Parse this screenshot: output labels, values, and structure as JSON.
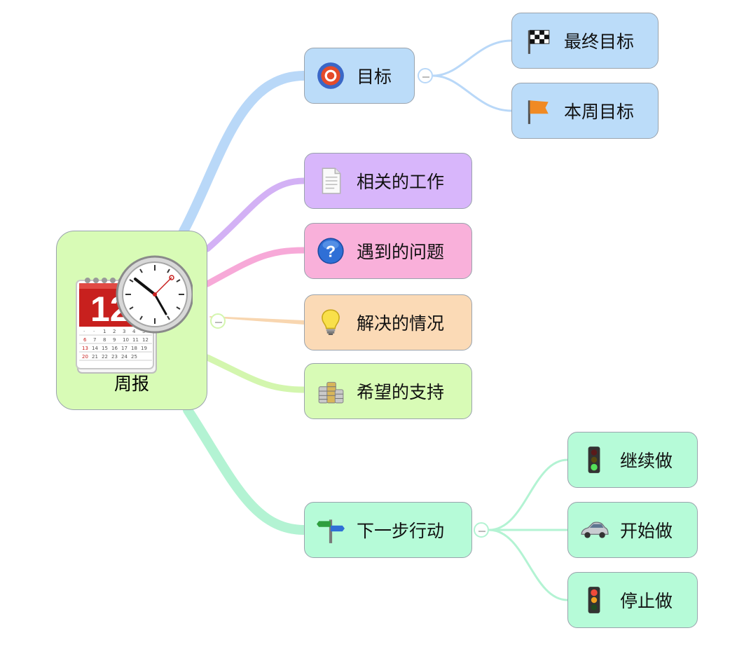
{
  "root": {
    "label": "周报",
    "icon": "calendar-clock-icon",
    "day": "12"
  },
  "branches": [
    {
      "id": "goal",
      "label": "目标",
      "icon": "target-icon",
      "color": "#b9d8f8",
      "fill": "#bbdcf9",
      "children": [
        {
          "label": "最终目标",
          "icon": "checkered-flag-icon"
        },
        {
          "label": "本周目标",
          "icon": "orange-flag-icon"
        }
      ]
    },
    {
      "id": "related-work",
      "label": "相关的工作",
      "icon": "document-icon",
      "color": "#d3b1f5",
      "fill": "#d8b6fb"
    },
    {
      "id": "problems",
      "label": "遇到的问题",
      "icon": "question-icon",
      "color": "#f7a9d8",
      "fill": "#f9b0da"
    },
    {
      "id": "resolution",
      "label": "解决的情况",
      "icon": "lightbulb-icon",
      "color": "#f8d6b0",
      "fill": "#fbdab6"
    },
    {
      "id": "support",
      "label": "希望的支持",
      "icon": "coins-icon",
      "color": "#d3f6ae",
      "fill": "#d8fbb6"
    },
    {
      "id": "next-steps",
      "label": "下一步行动",
      "icon": "signpost-icon",
      "color": "#b3f3d3",
      "fill": "#b6fbd8",
      "children": [
        {
          "label": "继续做",
          "icon": "traffic-light-green-icon"
        },
        {
          "label": "开始做",
          "icon": "car-icon"
        },
        {
          "label": "停止做",
          "icon": "traffic-light-red-icon"
        }
      ]
    }
  ]
}
